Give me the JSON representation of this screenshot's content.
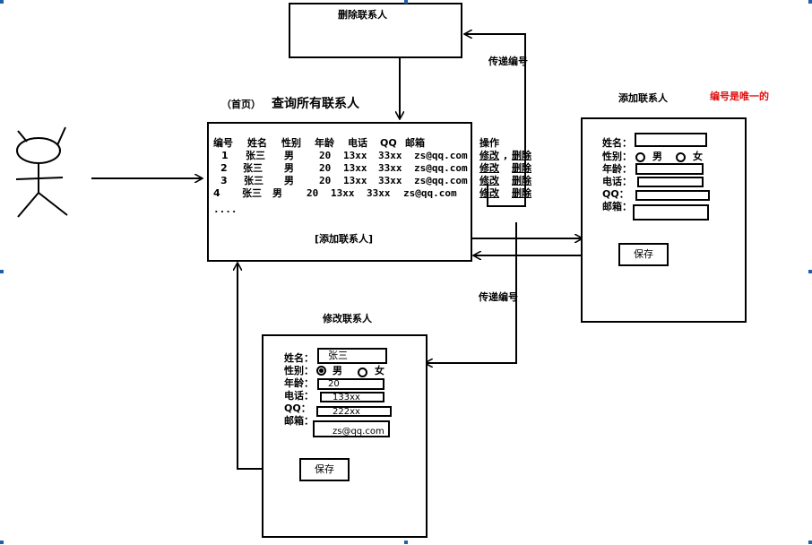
{
  "delete_box": {
    "title": "删除联系人"
  },
  "pass_id_top": "传递编号",
  "pass_id_bottom": "传递编号",
  "list": {
    "home_label": "（首页）",
    "title": "查询所有联系人",
    "headers": [
      "编号",
      "姓名",
      "性别",
      "年龄",
      "电话",
      "QQ",
      "邮箱"
    ],
    "rows": [
      [
        "1",
        "张三",
        "男",
        "20",
        "13xx",
        "33xx",
        "zs@qq.com"
      ],
      [
        "2",
        "张三",
        "男",
        "20",
        "13xx",
        "33xx",
        "zs@qq.com"
      ],
      [
        "3",
        "张三",
        "男",
        "20",
        "13xx",
        "33xx",
        "zs@qq.com"
      ],
      [
        "4",
        "张三",
        "男",
        "20",
        "13xx",
        "33xx",
        "zs@qq.com"
      ]
    ],
    "ellipsis": "....",
    "add_link": "[添加联系人]",
    "ops_header": "操作",
    "ops": [
      {
        "edit": "修改",
        "sep": ",",
        "del": "删除"
      },
      {
        "edit": "修改",
        "sep": "",
        "del": "删除"
      },
      {
        "edit": "修改",
        "sep": "",
        "del": "删除"
      },
      {
        "edit": "修改",
        "sep": "",
        "del": "删除"
      }
    ]
  },
  "add_form": {
    "title": "添加联系人",
    "note": "编号是唯一的",
    "labels": {
      "name": "姓名：",
      "gender": "性别：",
      "age": "年龄：",
      "phone": "电话：",
      "qq": "QQ：",
      "email": "邮箱："
    },
    "male": "男",
    "female": "女",
    "save": "保存"
  },
  "edit_form": {
    "title": "修改联系人",
    "labels": {
      "name": "姓名：",
      "gender": "性别：",
      "age": "年龄：",
      "phone": "电话：",
      "qq": "QQ：",
      "email": "邮箱："
    },
    "values": {
      "name": "张三",
      "age": "20",
      "phone": "133xx",
      "qq": "222xx",
      "email": "zs@qq.com"
    },
    "male": "男",
    "female": "女",
    "save": "保存"
  },
  "colors": {
    "note": "#e01010",
    "handles": "#1f5fa8"
  }
}
